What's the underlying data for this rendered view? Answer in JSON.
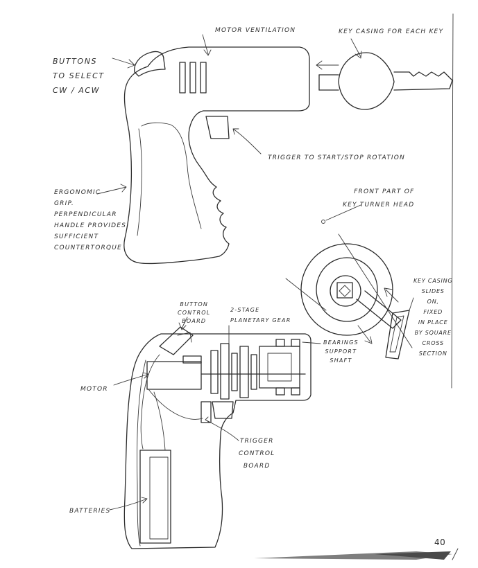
{
  "labels": {
    "motor_ventilation": "MOTOR VENTILATION",
    "key_casing": "KEY CASING FOR EACH KEY",
    "buttons": "BUTTONS\nTO SELECT\nCW / ACW",
    "trigger": "TRIGGER TO START/STOP ROTATION",
    "ergonomic": "ERGONOMIC\nGRIP.\nPERPENDICULAR\nHANDLE PROVIDES\nSUFFICIENT\nCOUNTERTORQUE",
    "front_part": "FRONT PART OF\nKEY TURNER HEAD",
    "key_casing_slides": "KEY CASING\nSLIDES\nON,\nFIXED\nIN PLACE\nBY SQUARE\nCROSS\nSECTION",
    "button_control_board": "BUTTON\nCONTROL\nBOARD",
    "planetary_gear": "2-STAGE\nPLANETARY GEAR",
    "bearings": "BEARINGS\nSUPPORT\nSHAFT",
    "motor": "MOTOR",
    "trigger_control_board": "TRIGGER\nCONTROL\nBOARD",
    "batteries": "BATTERIES"
  },
  "page_number": "40"
}
